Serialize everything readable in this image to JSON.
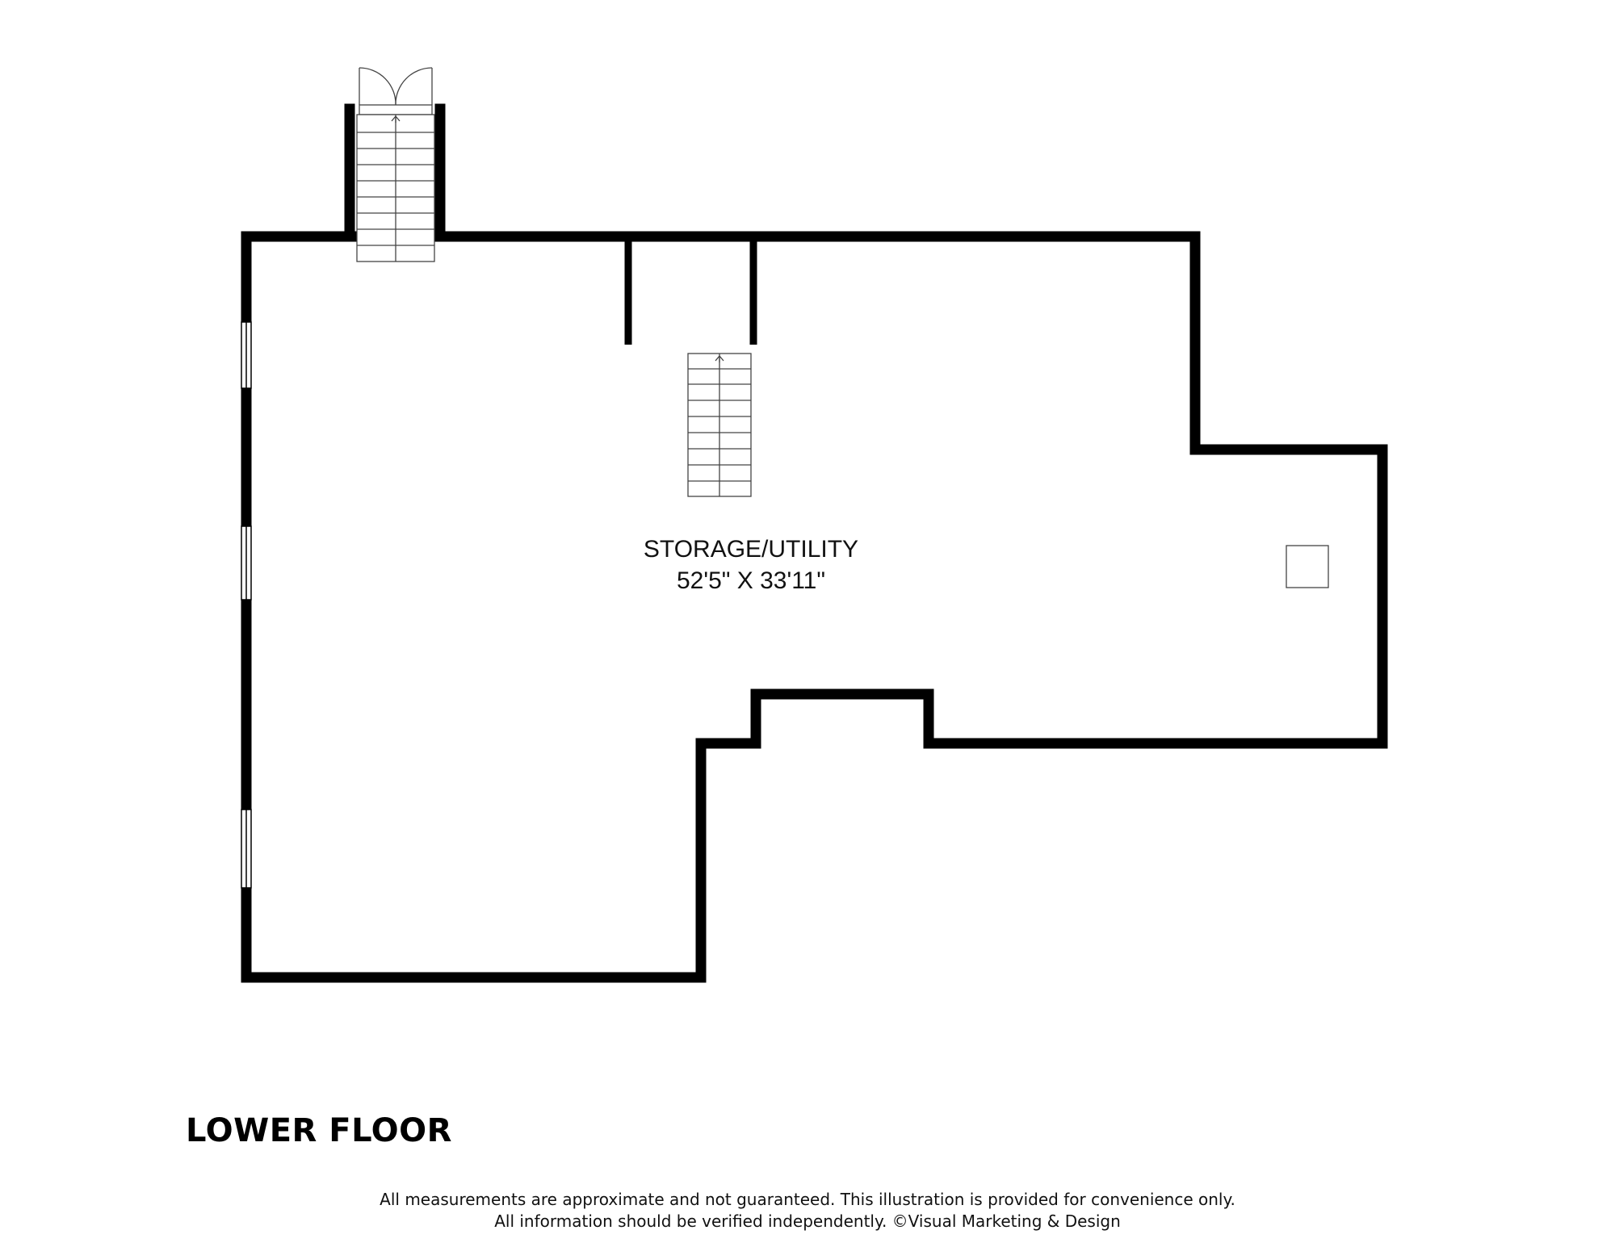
{
  "floor": {
    "title": "LOWER FLOOR"
  },
  "rooms": [
    {
      "name": "STORAGE/UTILITY",
      "dimensions": "52'5\" X 33'11\""
    }
  ],
  "disclaimer": {
    "line1": "All measurements are approximate and not guaranteed. This illustration is provided for convenience only.",
    "line2": "All information should be verified independently. ©Visual Marketing & Design"
  },
  "colors": {
    "wall": "#000000",
    "background": "#ffffff",
    "fixture_line": "#444444"
  }
}
